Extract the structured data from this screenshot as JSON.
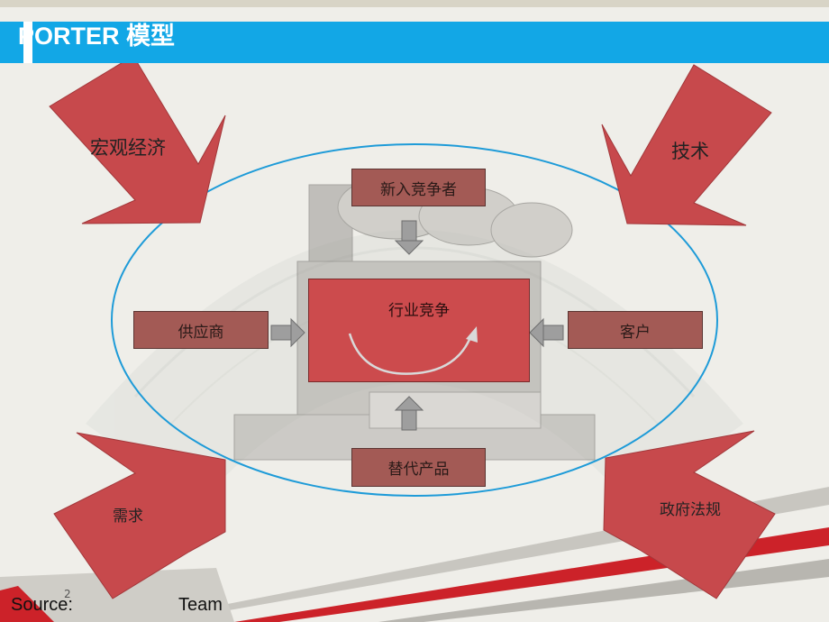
{
  "title": "PORTER 模型",
  "forces": {
    "macro_economy": "宏观经济",
    "technology": "技术",
    "demand": "需求",
    "government_regulation": "政府法规"
  },
  "center": {
    "label": "行业竞争"
  },
  "boxes": {
    "new_entrants": "新入竞争者",
    "suppliers": "供应商",
    "customers": "客户",
    "substitutes": "替代产品"
  },
  "footer": {
    "source_label": "Source:",
    "team": "Team",
    "page_number": "2"
  },
  "colors": {
    "title_bar": "#12a7e6",
    "force_arrow": "#c7494c",
    "center_box": "#cc4b4d",
    "side_box": "#a35a55",
    "ellipse": "#1e9bd8"
  }
}
